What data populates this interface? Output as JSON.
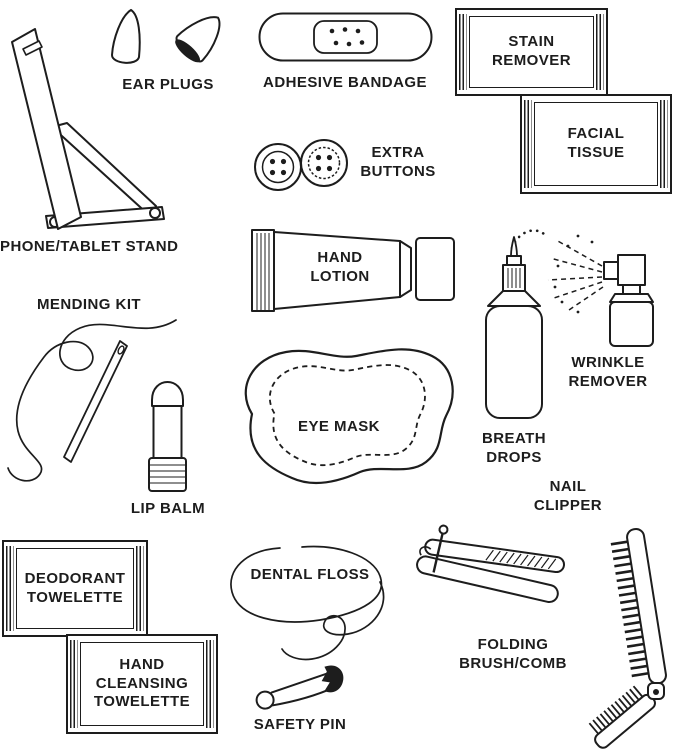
{
  "illustration": {
    "background": "#ffffff",
    "ink_color": "#1d1d1d",
    "items": {
      "phone_stand": {
        "label": "PHONE/TABLET STAND"
      },
      "ear_plugs": {
        "label": "EAR PLUGS"
      },
      "adhesive_bandage": {
        "label": "ADHESIVE BANDAGE"
      },
      "stain_remover": {
        "label": "STAIN REMOVER"
      },
      "facial_tissue": {
        "label": "FACIAL TISSUE"
      },
      "extra_buttons": {
        "label": "EXTRA BUTTONS"
      },
      "hand_lotion": {
        "label": "HAND LOTION"
      },
      "wrinkle_remover": {
        "label": "WRINKLE REMOVER"
      },
      "mending_kit": {
        "label": "MENDING KIT"
      },
      "breath_drops": {
        "label": "BREATH DROPS"
      },
      "lip_balm": {
        "label": "LIP BALM"
      },
      "eye_mask": {
        "label": "EYE MASK"
      },
      "nail_clipper": {
        "label": "NAIL CLIPPER"
      },
      "deodorant_towelette": {
        "label": "DEODORANT TOWELETTE"
      },
      "hand_cleansing_towelette": {
        "label": "HAND CLEANSING TOWELETTE"
      },
      "dental_floss": {
        "label": "DENTAL FLOSS"
      },
      "safety_pin": {
        "label": "SAFETY PIN"
      },
      "folding_brush_comb": {
        "label": "FOLDING BRUSH/COMB"
      }
    }
  }
}
